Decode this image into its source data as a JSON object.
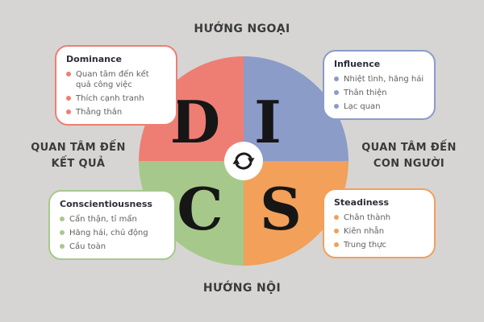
{
  "colors": {
    "background": "#d6d5d3",
    "dominance": "#ee7e74",
    "influence": "#8b9cc9",
    "conscientiousness": "#a6c98b",
    "steadiness": "#f2a05a",
    "text_dark": "#3b3b3b",
    "letter": "#161616"
  },
  "axis": {
    "top": "HƯỚNG NGOẠI",
    "bottom": "HƯỚNG NỘI",
    "left_line1": "QUAN TÂM ĐẾN",
    "left_line2": "KẾT QUẢ",
    "right_line1": "QUAN TÂM ĐẾN",
    "right_line2": "CON NGƯỜI"
  },
  "quadrants": {
    "d": "D",
    "i": "I",
    "c": "C",
    "s": "S"
  },
  "boxes": [
    {
      "title": "Dominance",
      "items": [
        "Quan tâm đến kết quả công việc",
        "Thích cạnh tranh",
        "Thẳng thắn"
      ]
    },
    {
      "title": "Influence",
      "items": [
        "Nhiệt tình, hăng hái",
        "Thân thiện",
        "Lạc quan"
      ]
    },
    {
      "title": "Conscientiousness",
      "items": [
        "Cẩn thận, tỉ mẩn",
        "Hăng hái, chủ động",
        "Cầu toàn"
      ]
    },
    {
      "title": "Steadiness",
      "items": [
        "Chân thành",
        "Kiên nhẫn",
        "Trung thực"
      ]
    }
  ]
}
